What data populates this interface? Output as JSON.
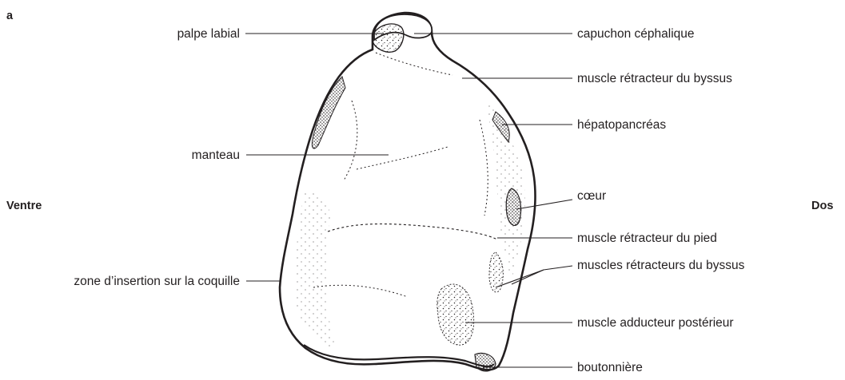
{
  "panel_letter": "a",
  "orientation": {
    "left": "Ventre",
    "right": "Dos"
  },
  "labels_left": {
    "palpe_labial": "palpe labial",
    "manteau": "manteau",
    "zone_insertion": "zone d’insertion sur la coquille"
  },
  "labels_right": {
    "capuchon": "capuchon céphalique",
    "retracteur_byssus": "muscle rétracteur du byssus",
    "hepatopancreas": "hépatopancréas",
    "coeur": "cœur",
    "retracteur_pied": "muscle rétracteur du pied",
    "retracteurs_byssus": "muscles rétracteurs du byssus",
    "adducteur": "muscle adducteur postérieur",
    "boutonniere": "boutonnière"
  },
  "colors": {
    "ink": "#231f20",
    "background": "#ffffff"
  }
}
